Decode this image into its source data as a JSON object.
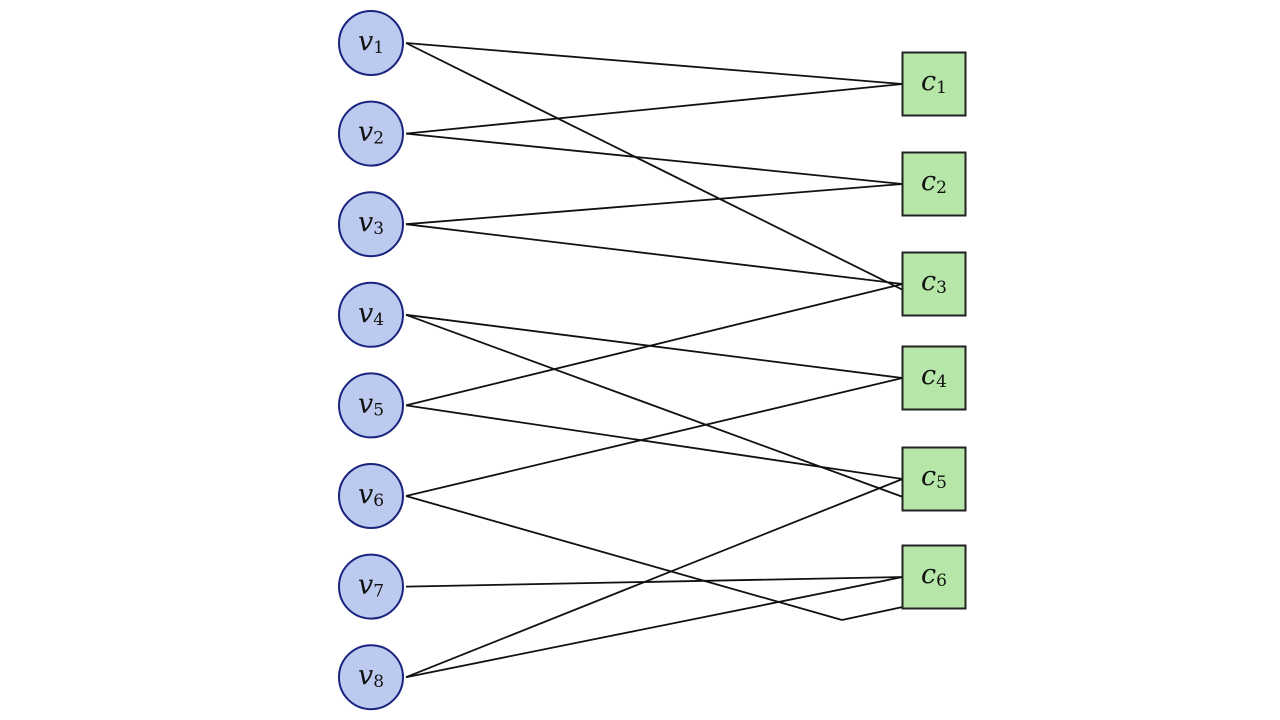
{
  "diagram": {
    "variable_nodes": [
      {
        "id": "v1",
        "name": "v",
        "sub": "1"
      },
      {
        "id": "v2",
        "name": "v",
        "sub": "2"
      },
      {
        "id": "v3",
        "name": "v",
        "sub": "3"
      },
      {
        "id": "v4",
        "name": "v",
        "sub": "4"
      },
      {
        "id": "v5",
        "name": "v",
        "sub": "5"
      },
      {
        "id": "v6",
        "name": "v",
        "sub": "6"
      },
      {
        "id": "v7",
        "name": "v",
        "sub": "7"
      },
      {
        "id": "v8",
        "name": "v",
        "sub": "8"
      }
    ],
    "check_nodes": [
      {
        "id": "c1",
        "name": "c",
        "sub": "1"
      },
      {
        "id": "c2",
        "name": "c",
        "sub": "2"
      },
      {
        "id": "c3",
        "name": "c",
        "sub": "3"
      },
      {
        "id": "c4",
        "name": "c",
        "sub": "4"
      },
      {
        "id": "c5",
        "name": "c",
        "sub": "5"
      },
      {
        "id": "c6",
        "name": "c",
        "sub": "6"
      }
    ],
    "edges": [
      [
        "v1",
        "c1"
      ],
      [
        "v1",
        "c3"
      ],
      [
        "v2",
        "c1"
      ],
      [
        "v2",
        "c2"
      ],
      [
        "v3",
        "c2"
      ],
      [
        "v3",
        "c3"
      ],
      [
        "v4",
        "c4"
      ],
      [
        "v4",
        "c5"
      ],
      [
        "v5",
        "c3"
      ],
      [
        "v5",
        "c5"
      ],
      [
        "v6",
        "c4"
      ],
      [
        "v6",
        "c6"
      ],
      [
        "v7",
        "c6"
      ],
      [
        "v8",
        "c5"
      ],
      [
        "v8",
        "c6"
      ]
    ],
    "colors": {
      "variable_fill": "#bccaf0",
      "variable_stroke": "#1a237e",
      "check_fill": "#b6e6a8",
      "check_stroke": "#222222",
      "edge": "#111111"
    }
  }
}
